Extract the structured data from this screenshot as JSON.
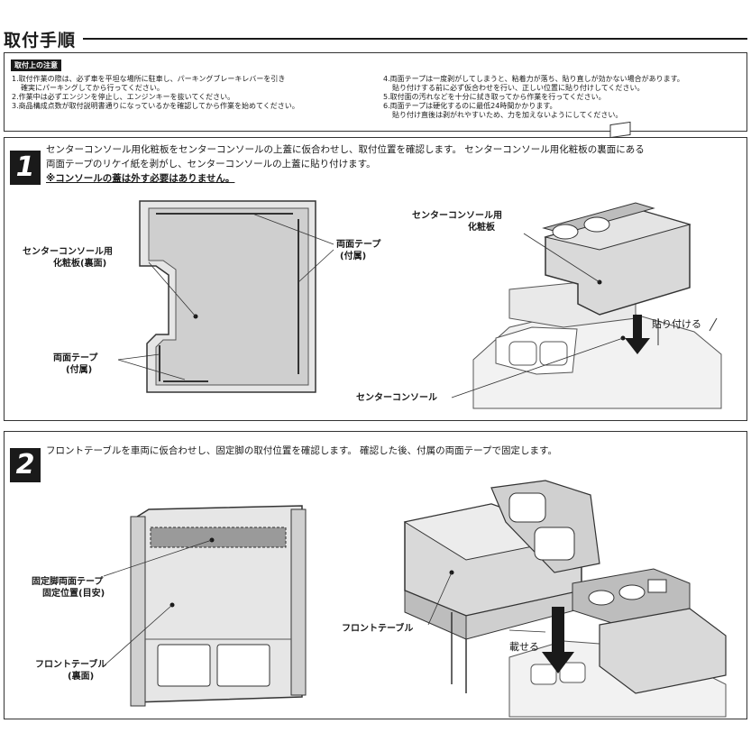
{
  "page": {
    "title": "取付手順"
  },
  "notes": {
    "badge": "取付上の注意",
    "left": [
      "1.取付作業の際は、必ず車を平坦な場所に駐車し、パーキングブレーキレバーを引き",
      "確実にパーキングしてから行ってください。",
      "2.作業中は必ずエンジンを停止し、エンジンキーを抜いてください。",
      "3.商品構成点数が取付説明書通りになっているかを確認してから作業を始めてください。"
    ],
    "right": [
      "4.両面テープは一度剥がしてしまうと、粘着力が落ち、貼り直しが効かない場合があります。",
      "貼り付けする前に必ず仮合わせを行い、正しい位置に貼り付けしてください。",
      "5.取付面の汚れなどを十分に拭き取ってから作業を行ってください。",
      "6.両面テープは硬化するのに最低24時間かかります。",
      "貼り付け直後は剥がれやすいため、力を加えないようにしてください。"
    ]
  },
  "step1": {
    "number": "1",
    "line1": "センターコンソール用化粧板をセンターコンソールの上蓋に仮合わせし、取付位置を確認します。 センターコンソール用化粧板の裏面にある",
    "line2": "両面テープのリケイ紙を剥がし、センターコンソールの上蓋に貼り付けます。",
    "line3": "※コンソールの蓋は外す必要はありません。",
    "callout_panel_back_1": "センターコンソール用",
    "callout_panel_back_2": "化粧板(裏面)",
    "callout_tape_right_1": "両面テープ",
    "callout_tape_right_2": "(付属)",
    "callout_tape_left_1": "両面テープ",
    "callout_tape_left_2": "(付属)",
    "callout_panel_1": "センターコンソール用",
    "callout_panel_2": "化粧板",
    "callout_attach": "貼り付ける",
    "callout_console": "センターコンソール"
  },
  "step2": {
    "number": "2",
    "line1": "フロントテーブルを車両に仮合わせし、固定脚の取付位置を確認します。 確認した後、付属の両面テープで固定します。",
    "callout_leg_tape_1": "固定脚両面テープ",
    "callout_leg_tape_2": "固定位置(目安)",
    "callout_table_back_1": "フロントテーブル",
    "callout_table_back_2": "(裏面)",
    "callout_table": "フロントテーブル",
    "callout_place": "載せる"
  },
  "colors": {
    "ink": "#1a1a1a",
    "panel_fill": "#d9d9d9",
    "panel_dark": "#9a9a9a",
    "outline": "#333333"
  }
}
